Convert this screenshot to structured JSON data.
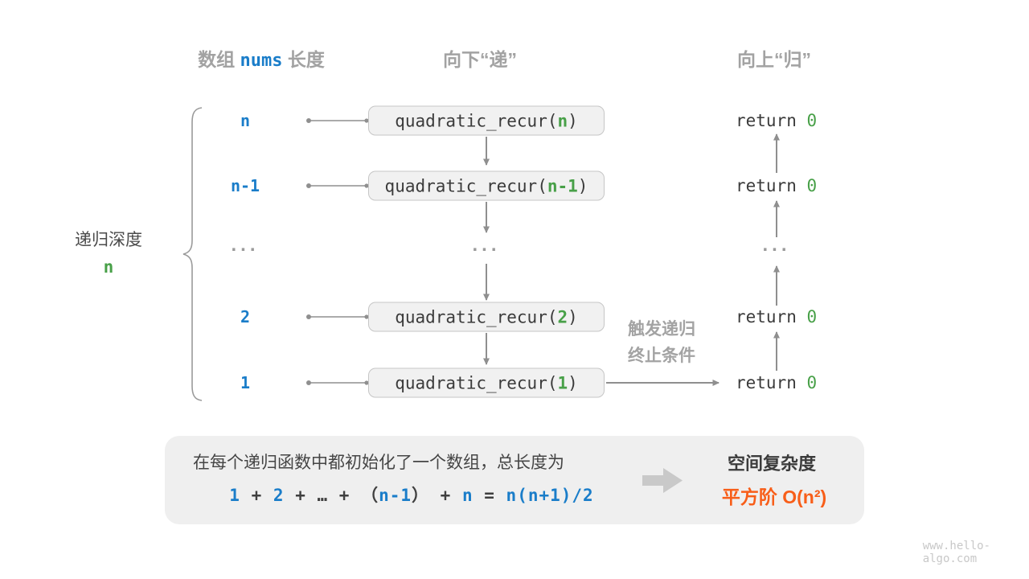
{
  "headers": {
    "array": {
      "prefix": "数组 ",
      "code": "nums",
      "suffix": " 长度"
    },
    "down": "向下“递”",
    "up": "向上“归”"
  },
  "depth": {
    "label": "递归深度",
    "value": "n"
  },
  "rows": [
    {
      "length": "n",
      "call_pre": "quadratic_recur(",
      "call_arg": "n",
      "call_post": ")",
      "ret_keyword": "return ",
      "ret_value": "0"
    },
    {
      "length": "n-1",
      "call_pre": "quadratic_recur(",
      "call_arg": "n-1",
      "call_post": ")",
      "ret_keyword": "return ",
      "ret_value": "0"
    },
    {
      "ellipsis": "..."
    },
    {
      "length": "2",
      "call_pre": "quadratic_recur(",
      "call_arg": "2",
      "call_post": ")",
      "ret_keyword": "return ",
      "ret_value": "0"
    },
    {
      "length": "1",
      "call_pre": "quadratic_recur(",
      "call_arg": "1",
      "call_post": ")",
      "ret_keyword": "return ",
      "ret_value": "0"
    }
  ],
  "trigger": {
    "line1": "触发递归",
    "line2": "终止条件"
  },
  "summary": {
    "description": "在每个递归函数中都初始化了一个数组，总长度为",
    "equation": [
      "1",
      " + ",
      "2",
      " + ",
      "…",
      " + ",
      "（",
      "n-1",
      "）",
      " + ",
      "n",
      " = ",
      "n(n+1)/2"
    ],
    "complexity_title": "空间复杂度",
    "complexity_value": "平方阶 O(n²)"
  },
  "watermark": "www.hello-algo.com",
  "colors": {
    "blue": "#1a7dc9",
    "green": "#48a048",
    "orange": "#f85e19",
    "gray_heading": "#a2a2a2",
    "dark_text": "#3b3b3b",
    "arrow": "#8f8f8f",
    "box_fill": "#f1f1f1",
    "box_border": "#c6c6c6",
    "summary_fill": "#efefef"
  }
}
